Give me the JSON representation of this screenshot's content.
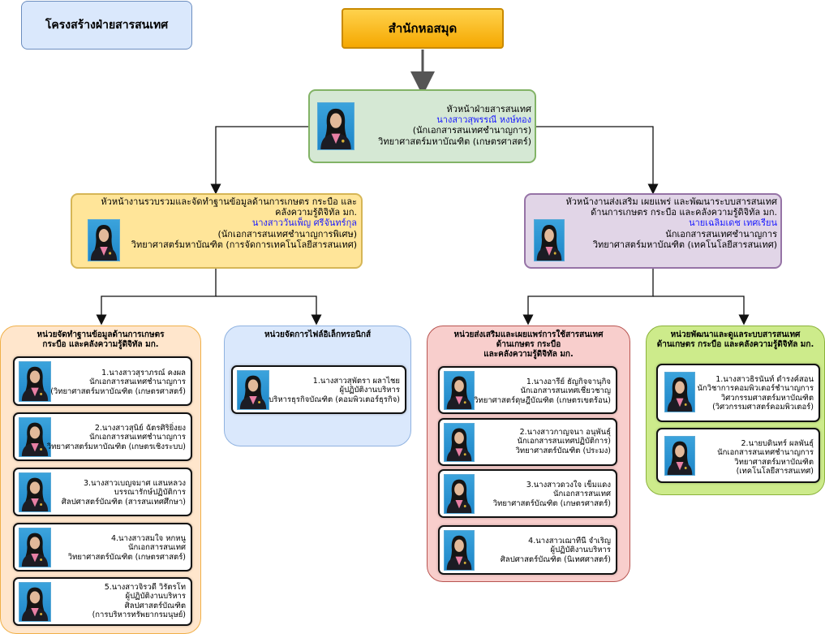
{
  "header": {
    "structure_label": "โครงสร้างฝ่ายสารสนเทศ",
    "library_label": "สำนักหอสมุด"
  },
  "head": {
    "title": "หัวหน้าฝ่ายสารสนเทศ",
    "name": "นางสาวสุพรรณี หงษ์ทอง",
    "position": "(นักเอกสารสนเทศชำนาญการ)",
    "degree": "วิทยาศาสตร์มหาบัณฑิต (เกษตรศาสตร์)"
  },
  "left_manager": {
    "title_line1": "หัวหน้างานรวบรวมและจัดทำฐานข้อมูลด้านการเกษตร กระบือ และ",
    "title_line2": "คลังความรู้ดิจิทัล มก.",
    "name": "นางสาววันเพ็ญ ศรีจันทร์กุล",
    "position": "(นักเอกสารสนเทศชำนาญการพิเศษ)",
    "degree": "วิทยาศาสตร์มหาบัณฑิต (การจัดการเทคโนโลยีสารสนเทศ)"
  },
  "right_manager": {
    "title_line1": "หัวหน้างานส่งเสริม เผยแพร่ และพัฒนาระบบสารสนเทศ",
    "title_line2": "ด้านการเกษตร กระบือ และคลังความรู้ดิจิทัล มก.",
    "name": "นายเฉลิมเดช เทศเรียน",
    "position": "นักเอกสารสนเทศชำนาญการ",
    "degree": "วิทยาศาสตร์มหาบัณฑิต (เทคโนโลยีสารสนเทศ)"
  },
  "unit1": {
    "title_line1": "หน่วยจัดทำฐานข้อมูลด้านการเกษตร",
    "title_line2": "กระบือ และคลังความรู้ดิจิทัล มก.",
    "members": [
      {
        "name": "1.นางสาวสุราภรณ์ คงผล",
        "position": "นักเอกสารสนเทศชำนาญการ",
        "degree": "(วิทยาศาสตร์มหาบัณฑิต (เกษตรศาสตร์)"
      },
      {
        "name": "2.นางสาวสุนิย์ ฉัตรศิริยิ่งยง",
        "position": "นักเอกสารสนเทศชำนาญการ",
        "degree": "วิทยาศาสตร์มหาบัณฑิต (เกษตรเชิงระบบ)"
      },
      {
        "name": "3.นางสาวเบญจมาศ แสนหลวง",
        "position": "บรรณารักษ์ปฏิบัติการ",
        "degree": "ศิลปศาสตร์บัณฑิต (สารสนเทศศึกษา)"
      },
      {
        "name": "4.นางสาวสมใจ หกหนู",
        "position": "นักเอกสารสนเทศ",
        "degree": "วิทยาศาสตร์บัณฑิต (เกษตรศาสตร์)"
      },
      {
        "name": "5.นางสาวจิรวดี วิรัตรโท",
        "position": "ผู้ปฏิบัติงานบริหาร",
        "degree": "ศิลปศาสตร์บัณฑิต",
        "extra": "(การบริหารทรัพยากรมนุษย์)"
      }
    ]
  },
  "unit2": {
    "title": "หน่วยจัดการไฟล์อิเล็กทรอนิกส์",
    "members": [
      {
        "name": "1.นางสาวสุพัตรา ผลาไชย",
        "position": "ผู้ปฏิบัติงานบริหาร",
        "degree": "บริหารธุรกิจบัณฑิต (คอมพิวเตอร์ธุรกิจ)"
      }
    ]
  },
  "unit3": {
    "title_line1": "หน่วยส่งเสริมและเผยแพร่การใช้สารสนเทศ",
    "title_line2": "ด้านเกษตร กระบือ",
    "title_line3": "และคลังความรู้ดิจิทัล มก.",
    "members": [
      {
        "name": "1.นางอารีย์ ธัญกิจจานุกิจ",
        "position": "นักเอกสารสนเทศเชี่ยวชาญ",
        "degree": "วิทยาศาสตร์ดุษฎีบัณฑิต (เกษตรเขตร้อน)"
      },
      {
        "name": "2.นางสาวกาญจนา อนุพันธุ์",
        "position": "นักเอกสารสนเทศปฏิบัติการ)",
        "degree": "วิทยาศาสตร์บัณฑิต (ประมง)"
      },
      {
        "name": "3.นางสาวดวงใจ เข็มแดง",
        "position": "นักเอกสารสนเทศ",
        "degree": "วิทยาศาสตร์บัณฑิต (เกษตรศาสตร์)"
      },
      {
        "name": "4.นางสาวเฌาทีนี จำเริญ",
        "position": "ผู้ปฏิบัติงานบริหาร",
        "degree": "ศิลปศาสตร์บัณฑิต (นิเทศศาสตร์)"
      }
    ]
  },
  "unit4": {
    "title_line1": "หน่วยพัฒนาและดูแลระบบสารสนเทศ",
    "title_line2": "ด้านเกษตร กระบือ และคลังความรู้ดิจิทัล มก.",
    "members": [
      {
        "name": "1.นางสาวธิรนันท์ ดำรงค์สอน",
        "position": "นักวิชาการคอมพิวเตอร์ชำนาญการ",
        "degree": "วิศวกรรมศาสตร์มหาบัณฑิต",
        "extra": "(วิศวกรรมศาสตร์คอมพิวเตอร์)"
      },
      {
        "name": "2.นายบดินทร์ ผลพันธ์ุ",
        "position": "นักเอกสารสนเทศชำนาญการ",
        "degree": "วิทยาศาสตร์มหาบัณฑิต",
        "extra": "(เทคโนโลยีสารสนเทศ)"
      }
    ]
  },
  "colors": {
    "orange": "#fdb913",
    "green_fill": "#d5e8d4",
    "green_border": "#82b366",
    "yellow_fill": "#ffe599",
    "yellow_border": "#d6b656",
    "purple_fill": "#e1d5e7",
    "purple_border": "#9673a6",
    "peach_fill": "#ffe6cc",
    "blue_fill": "#dae8fc",
    "pink_fill": "#f8cecc",
    "lime_fill": "#cdeb8b",
    "name_blue": "#1a1aff"
  }
}
